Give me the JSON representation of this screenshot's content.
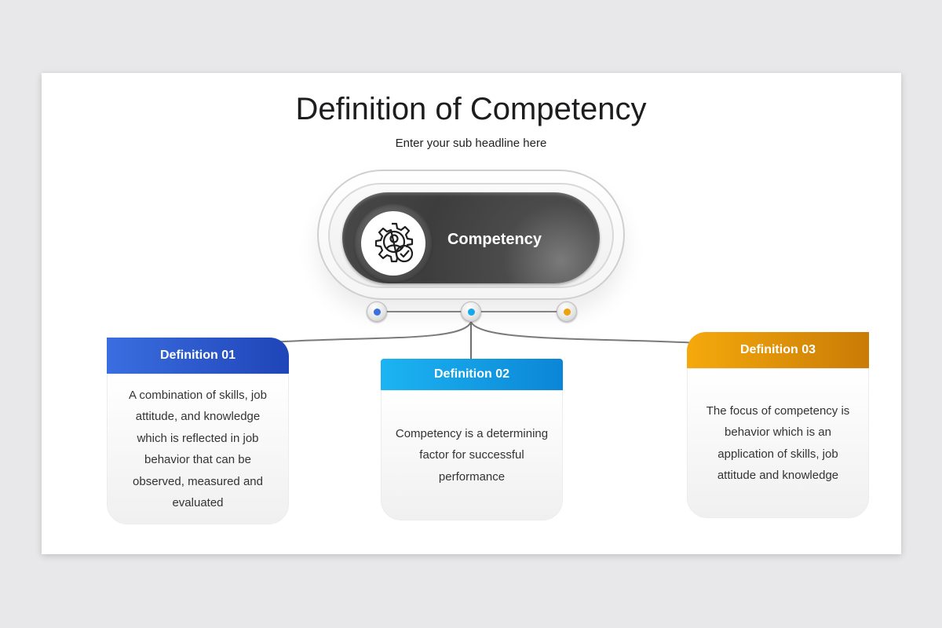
{
  "title": "Definition of Competency",
  "subtitle": "Enter your sub headline here",
  "center": {
    "label": "Competency",
    "icon": "gear-user-check-icon"
  },
  "connectors": [
    {
      "color": "#3a6fe0"
    },
    {
      "color": "#16a6ec"
    },
    {
      "color": "#f0a10a"
    }
  ],
  "cards": [
    {
      "title": "Definition 01",
      "text": "A combination of skills, job attitude, and knowledge which is reflected in job behavior that can be observed, measured and evaluated",
      "color_start": "#3a6ee0",
      "color_end": "#1f45b8"
    },
    {
      "title": "Definition 02",
      "text": "Competency is a determining factor for successful performance",
      "color_start": "#1cb4f2",
      "color_end": "#0b86d6"
    },
    {
      "title": "Definition 03",
      "text": "The focus of competency is behavior which is an application of skills, job attitude and knowledge",
      "color_start": "#f5a90c",
      "color_end": "#c97b06"
    }
  ]
}
